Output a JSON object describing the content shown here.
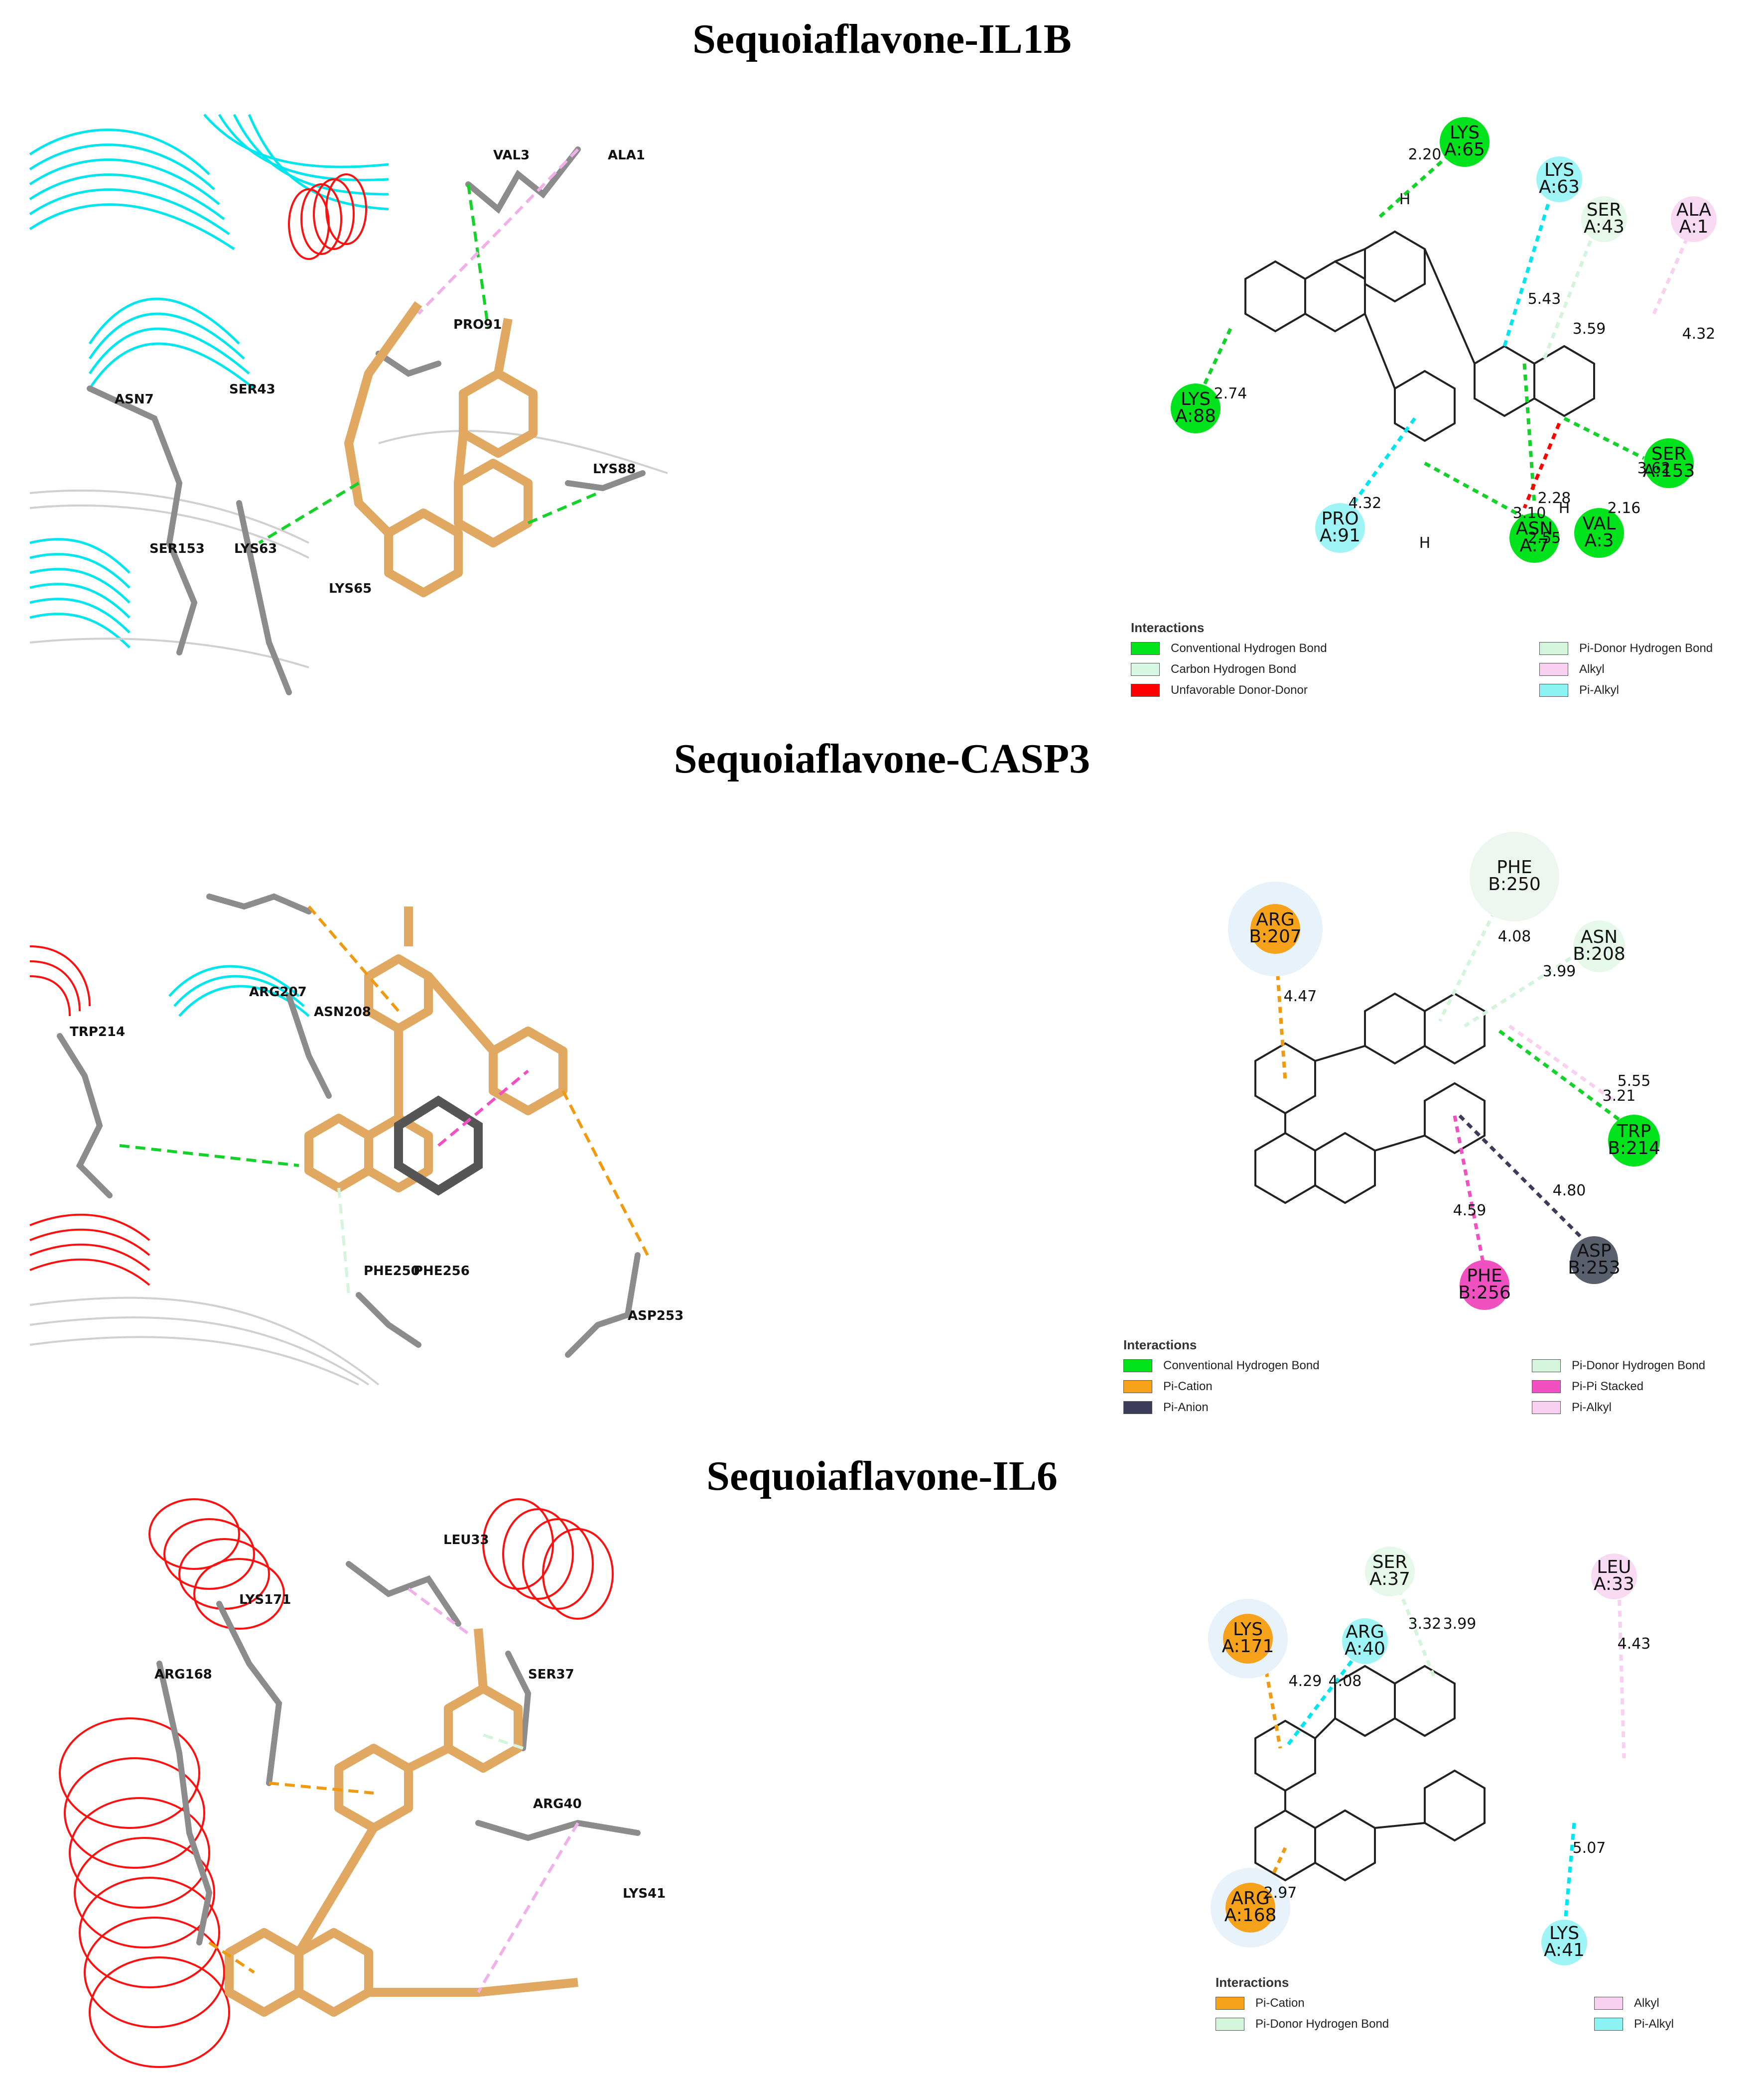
{
  "panels": [
    {
      "title": "Sequoiaflavone-IL1B",
      "labels3d": [
        "VAL3",
        "ALA1",
        "PRO91",
        "ASN7",
        "SER43",
        "LYS88",
        "SER153",
        "LYS63",
        "LYS65"
      ],
      "residues": [
        {
          "name": "LYS",
          "sub": "A:65",
          "type": "conventional-hbond"
        },
        {
          "name": "LYS",
          "sub": "A:63",
          "type": "pi-alkyl"
        },
        {
          "name": "SER",
          "sub": "A:43",
          "type": "pi-donor-hbond"
        },
        {
          "name": "ALA",
          "sub": "A:1",
          "type": "alkyl"
        },
        {
          "name": "LYS",
          "sub": "A:88",
          "type": "conventional-hbond"
        },
        {
          "name": "PRO",
          "sub": "A:91",
          "type": "pi-alkyl"
        },
        {
          "name": "ASN",
          "sub": "A:7",
          "type": "conventional-hbond"
        },
        {
          "name": "VAL",
          "sub": "A:3",
          "type": "conventional-hbond"
        },
        {
          "name": "SER",
          "sub": "A:153",
          "type": "conventional-hbond"
        }
      ],
      "distances": [
        "2.20",
        "5.43",
        "3.59",
        "4.32",
        "2.74",
        "3.62",
        "4.32",
        "3.10",
        "2.28",
        "2.16",
        "2.55"
      ],
      "h_labels": [
        "H",
        "H",
        "H"
      ],
      "legend_title": "Interactions",
      "legend": [
        {
          "label": "Conventional Hydrogen Bond",
          "color": "#00e21b"
        },
        {
          "label": "Pi-Donor Hydrogen Bond",
          "color": "#d4f5dc"
        },
        {
          "label": "Carbon Hydrogen Bond",
          "color": "#d8f7e0"
        },
        {
          "label": "Alkyl",
          "color": "#f8d0f0"
        },
        {
          "label": "Unfavorable Donor-Donor",
          "color": "#ff0000"
        },
        {
          "label": "Pi-Alkyl",
          "color": "#8cf2f2"
        }
      ]
    },
    {
      "title": "Sequoiaflavone-CASP3",
      "labels3d": [
        "ARG207",
        "ASN208",
        "TRP214",
        "PHE250",
        "PHE256",
        "ASP253"
      ],
      "residues": [
        {
          "name": "ARG",
          "sub": "B:207",
          "type": "pi-cation"
        },
        {
          "name": "PHE",
          "sub": "B:250",
          "type": "pi-donor-hbond"
        },
        {
          "name": "ASN",
          "sub": "B:208",
          "type": "pi-donor-hbond"
        },
        {
          "name": "TRP",
          "sub": "B:214",
          "type": "conventional-hbond"
        },
        {
          "name": "ASP",
          "sub": "B:253",
          "type": "pi-anion"
        },
        {
          "name": "PHE",
          "sub": "B:256",
          "type": "pi-pi-stacked"
        }
      ],
      "distances": [
        "4.47",
        "4.08",
        "3.99",
        "5.55",
        "3.21",
        "4.80",
        "4.59"
      ],
      "legend_title": "Interactions",
      "legend": [
        {
          "label": "Conventional Hydrogen Bond",
          "color": "#00e21b"
        },
        {
          "label": "Pi-Donor Hydrogen Bond",
          "color": "#d4f5dc"
        },
        {
          "label": "Pi-Cation",
          "color": "#f7a21b"
        },
        {
          "label": "Pi-Pi Stacked",
          "color": "#f050c0"
        },
        {
          "label": "Pi-Anion",
          "color": "#3c3c5a"
        },
        {
          "label": "Pi-Alkyl",
          "color": "#f8d0f0"
        }
      ]
    },
    {
      "title": "Sequoiaflavone-IL6",
      "labels3d": [
        "LEU33",
        "LYS171",
        "ARG168",
        "SER37",
        "ARG40",
        "LYS41"
      ],
      "residues": [
        {
          "name": "SER",
          "sub": "A:37",
          "type": "pi-donor-hbond"
        },
        {
          "name": "LEU",
          "sub": "A:33",
          "type": "alkyl"
        },
        {
          "name": "LYS",
          "sub": "A:171",
          "type": "pi-cation"
        },
        {
          "name": "ARG",
          "sub": "A:40",
          "type": "pi-alkyl"
        },
        {
          "name": "LYS",
          "sub": "A:41",
          "type": "pi-alkyl"
        },
        {
          "name": "ARG",
          "sub": "A:168",
          "type": "pi-cation"
        }
      ],
      "distances": [
        "3.32",
        "3.99",
        "4.43",
        "4.29",
        "4.08",
        "5.07",
        "2.97"
      ],
      "legend_title": "Interactions",
      "legend": [
        {
          "label": "Pi-Cation",
          "color": "#f7a21b"
        },
        {
          "label": "Alkyl",
          "color": "#f8d0f0"
        },
        {
          "label": "Pi-Donor Hydrogen Bond",
          "color": "#d4f5dc"
        },
        {
          "label": "Pi-Alkyl",
          "color": "#8cf2f2"
        }
      ]
    }
  ],
  "colors": {
    "ribbon_cyan": "#00e5ee",
    "ribbon_red": "#ff1010",
    "ligand": "#e0a860",
    "protein_stick": "#8c8c8c",
    "hbond_green": "#14d22a",
    "alkyl_pink": "#f0b0e8",
    "cation_orange": "#f09a10"
  }
}
